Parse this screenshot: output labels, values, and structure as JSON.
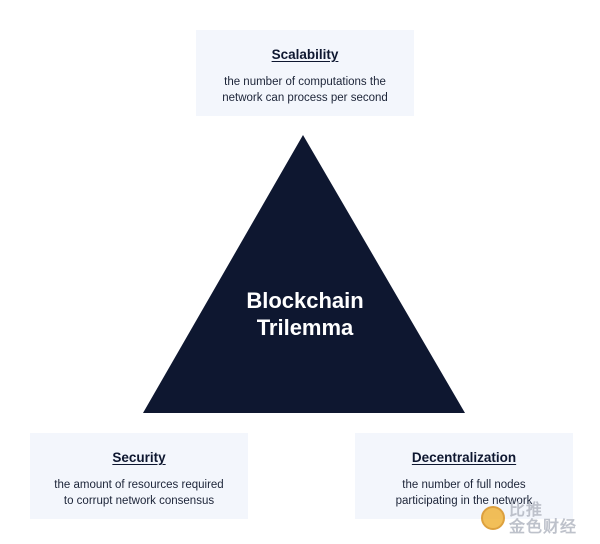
{
  "diagram": {
    "center": {
      "line1": "Blockchain",
      "line2": "Trilemma"
    },
    "top": {
      "title": "Scalability",
      "desc_line1": "the number of computations the",
      "desc_line2": "network can process per second"
    },
    "left": {
      "title": "Security",
      "desc_line1": "the amount of resources required",
      "desc_line2": "to corrupt network consensus"
    },
    "right": {
      "title": "Decentralization",
      "desc_line1": "the number of full nodes",
      "desc_line2": "participating in the network"
    }
  },
  "watermark": {
    "line1": "比推",
    "line2": "金色财经"
  },
  "colors": {
    "triangle": "#0e1730",
    "card_bg": "#f3f6fc"
  }
}
